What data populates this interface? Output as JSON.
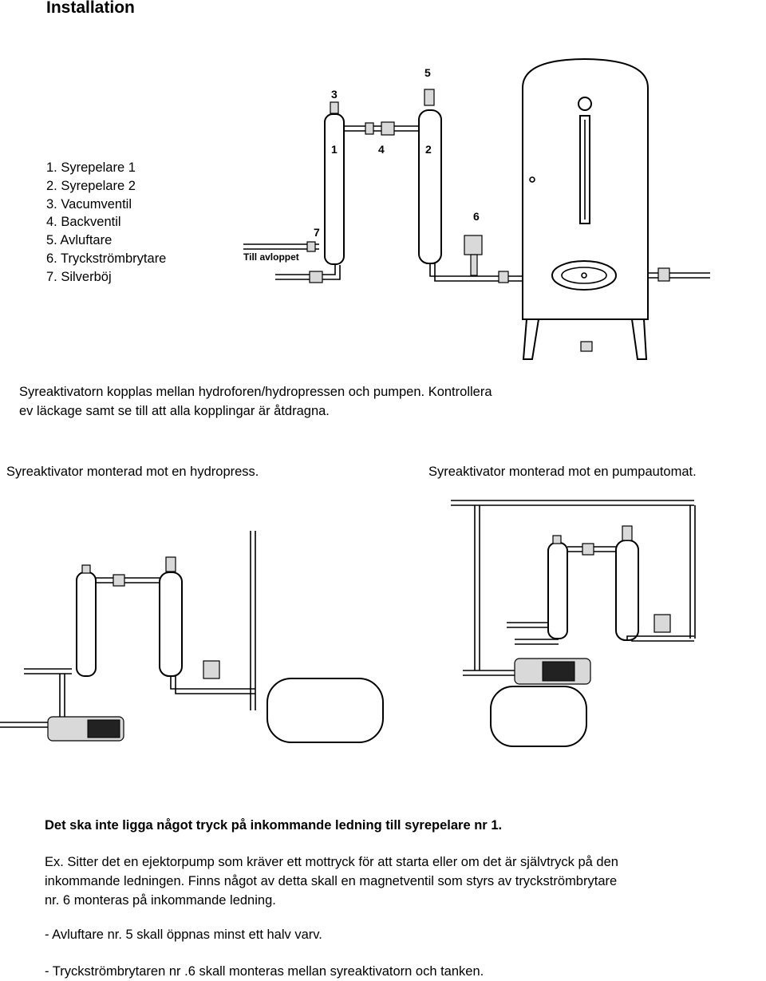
{
  "title": "Installation",
  "parts": [
    "1. Syrepelare 1",
    "2. Syrepelare 2",
    "3. Vacumventil",
    "4. Backventil",
    "5. Avluftare",
    "6. Tryckströmbrytare",
    "7. Silverböj"
  ],
  "diagram_main": {
    "numbers": [
      "1",
      "2",
      "3",
      "4",
      "5",
      "6",
      "7"
    ],
    "outlet_label": "Till avloppet"
  },
  "intro_line1": "Syreaktivatorn kopplas mellan hydroforen/hydropressen och pumpen. Kontrollera",
  "intro_line2": "ev läckage samt se till att alla kopplingar är åtdragna.",
  "caption_left": "Syreaktivator monterad mot en hydropress.",
  "caption_right": "Syreaktivator monterad mot en pumpautomat.",
  "warning": "Det ska inte ligga något tryck på inkommande ledning till syrepelare nr 1.",
  "example_line1": "Ex. Sitter det en ejektorpump som kräver ett mottryck för att starta eller om det är självtryck på den",
  "example_line2": "inkommande ledningen. Finns något av detta skall en magnetventil som styrs av tryckströmbrytare",
  "example_line3": "nr. 6 monteras på inkommande ledning.",
  "note1": "-   Avluftare nr. 5 skall öppnas minst ett halv varv.",
  "note2": "- Tryckströmbrytaren nr .6 skall monteras mellan syreaktivatorn och tanken."
}
